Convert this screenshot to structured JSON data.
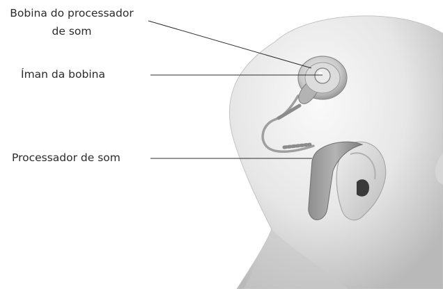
{
  "labels": {
    "coil_line1": "Bobina do processador",
    "coil_line2": "de som",
    "magnet": "Íman da bobina",
    "processor": "Processador de som"
  }
}
